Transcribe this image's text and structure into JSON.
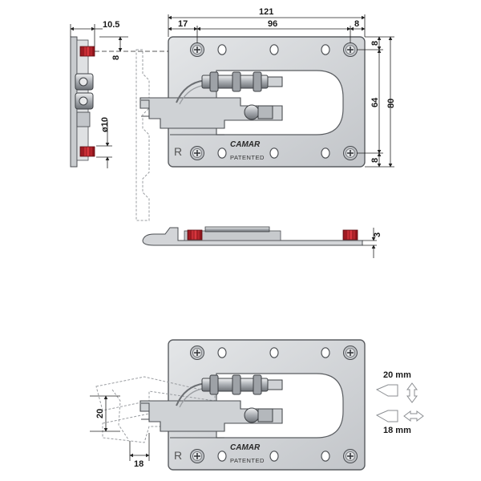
{
  "dimensions": {
    "top_121": "121",
    "top_17": "17",
    "top_96": "96",
    "top_8": "8",
    "right_8_top": "8",
    "right_64": "64",
    "right_80": "80",
    "right_8_bottom": "8",
    "side_10_5": "10.5",
    "side_8": "8",
    "side_dia10": "ø10",
    "bottom_3": "3",
    "lower_20": "20",
    "lower_18": "18"
  },
  "plate_text": {
    "brand": "CAMAR",
    "patented": "PATENTED",
    "r_mark": "R"
  },
  "adjust": {
    "vertical": "20 mm",
    "horizontal": "18 mm"
  },
  "colors": {
    "plate": "#d3d5d8",
    "plate_edge": "#5a5d61",
    "thread_red": "#c8232c",
    "dashed": "#9a9da1",
    "dim_line": "#222222"
  }
}
